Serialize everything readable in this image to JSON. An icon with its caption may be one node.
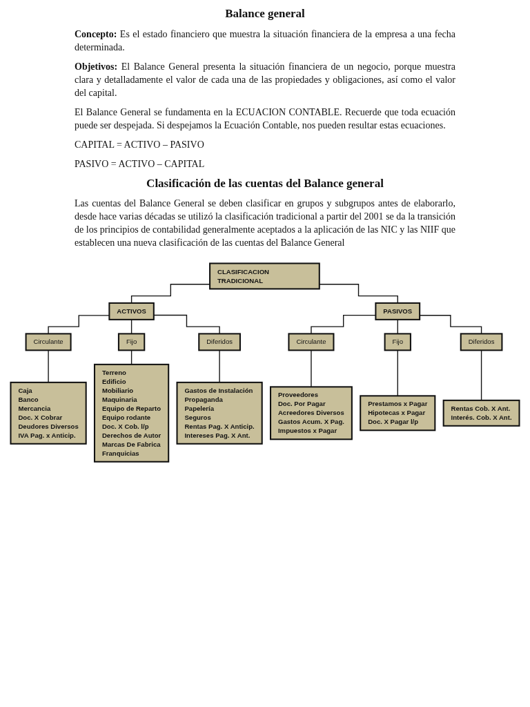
{
  "diagram": {
    "title": "Balance general",
    "nodes": [
      {
        "text": [
          "CLASIFICACION TRADICIONAL"
        ]
      },
      {
        "text": [
          "ACTIVOS"
        ]
      },
      {
        "text": [
          "PASIVOS"
        ]
      },
      {
        "text": [
          "Circulante"
        ]
      },
      {
        "text": [
          "Fijo"
        ]
      },
      {
        "text": [
          "Diferidos"
        ]
      },
      {
        "text": [
          "Circulante"
        ]
      },
      {
        "text": [
          "Fijo"
        ]
      },
      {
        "text": [
          "Diferidos"
        ]
      },
      {
        "text": [
          "Caja",
          "Banco",
          "Mercancia",
          "Doc. X Cobrar",
          "Deudores Diversos",
          "IVA Pag. x Anticip."
        ]
      },
      {
        "text": [
          "Terreno",
          "Edificio",
          "Mobiliario",
          "Maquinaria",
          "Equipo de Reparto",
          "Equipo rodante",
          "Doc. X Cob. l/p",
          "Derechos de Autor",
          "Marcas De Fabrica",
          "Franquicias"
        ]
      },
      {
        "text": [
          "Gastos de Instalación",
          "Propaganda",
          "Papelería",
          "Seguros",
          "Rentas Pag. X Anticip.",
          "Intereses Pag. X Ant."
        ]
      },
      {
        "text": [
          "Proveedores",
          "Doc. Por Pagar",
          "Acreedores Diversos",
          "Gastos Acum. X Pag.",
          "Impuestos x Pagar"
        ]
      },
      {
        "text": [
          "Prestamos x Pagar",
          "Hipotecas x Pagar",
          "Doc. X Pagar l/p"
        ]
      },
      {
        "text": [
          "Rentas Cob. X Ant.",
          "Interés. Cob. X Ant."
        ]
      }
    ],
    "edges": [
      {
        "from": 0,
        "to": 1,
        "arrow": "none"
      },
      {
        "from": 0,
        "to": 2,
        "arrow": "none"
      },
      {
        "from": 1,
        "to": 3,
        "arrow": "none"
      },
      {
        "from": 1,
        "to": 4,
        "arrow": "none"
      },
      {
        "from": 1,
        "to": 5,
        "arrow": "none"
      },
      {
        "from": 2,
        "to": 6,
        "arrow": "none"
      },
      {
        "from": 2,
        "to": 7,
        "arrow": "none"
      },
      {
        "from": 2,
        "to": 8,
        "arrow": "none"
      },
      {
        "from": 3,
        "to": 9,
        "arrow": "none"
      },
      {
        "from": 4,
        "to": 10,
        "arrow": "none"
      },
      {
        "from": 5,
        "to": 11,
        "arrow": "none"
      },
      {
        "from": 6,
        "to": 12,
        "arrow": "none"
      },
      {
        "from": 7,
        "to": 13,
        "arrow": "none"
      },
      {
        "from": 8,
        "to": 14,
        "arrow": "none"
      }
    ],
    "labels": [
      "**Concepto:** Es el estado financiero que muestra la situación financiera de la empresa a una fecha determinada.",
      "**Objetivos:** El Balance General presenta la situación financiera de un negocio, porque muestra clara y detalladamente el valor de cada una de las propiedades y obligaciones, así como el valor del capital.",
      "El Balance General se fundamenta en la ECUACION CONTABLE. Recuerde que toda ecuación puede ser despejada. Si despejamos la Ecuación Contable, nos pueden resultar estas ecuaciones.",
      "CAPITAL = ACTIVO – PASIVO",
      "PASIVO = ACTIVO – CAPITAL",
      "**Clasificación de las cuentas del Balance general**",
      "Las cuentas del Balance General se deben clasificar en grupos y subgrupos antes de elaborarlo, desde hace varias décadas se utilizó la clasificación tradicional a partir del 2001 se da la transición de los principios de contabilidad generalmente aceptados a la aplicación de las NIC y las NIIF que establecen una nueva clasificación de las cuentas del Balance General"
    ]
  }
}
